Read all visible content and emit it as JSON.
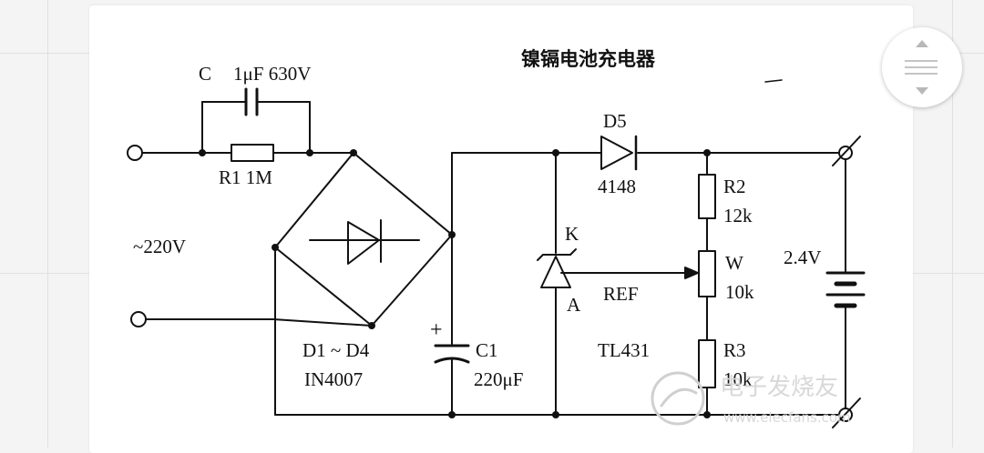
{
  "diagram": {
    "title": "镍镉电池充电器",
    "labels": {
      "c": "C",
      "c_value": "1μF 630V",
      "r1": "R1  1M",
      "mains": "~220V",
      "bridge_name": "D1 ~ D4",
      "bridge_part": "IN4007",
      "c1": "C1",
      "c1_value": "220μF",
      "c1_plus": "+",
      "d5": "D5",
      "d5_part": "4148",
      "k": "K",
      "a": "A",
      "ref": "REF",
      "tl431": "TL431",
      "r2": "R2",
      "r2_value": "12k",
      "w": "W",
      "w_value": "10k",
      "r3": "R3",
      "r3_value": "10k",
      "battery": "2.4V"
    },
    "watermark": {
      "brand": "电子发烧友",
      "url": "www.elecfans.com"
    }
  },
  "ui": {
    "scroll_button_icon": "scroll-up-down-icon"
  }
}
